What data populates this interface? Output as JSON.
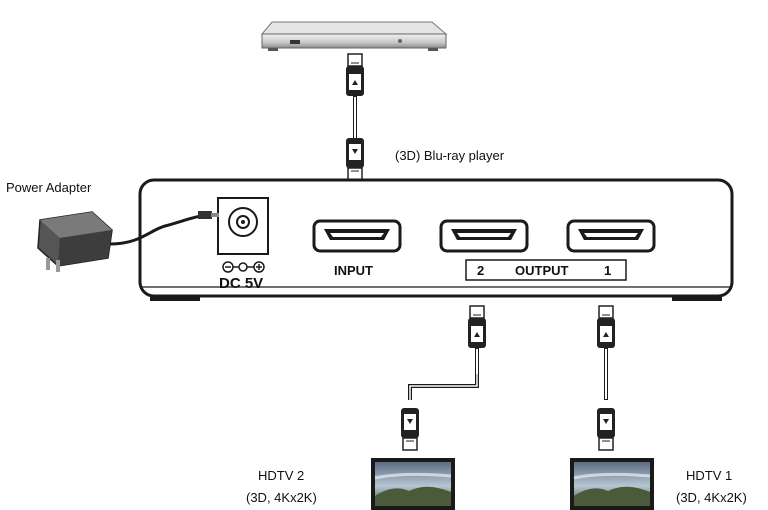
{
  "labels": {
    "source_device": "(3D) Blu-ray player",
    "power": "Power Adapter",
    "input_port": "INPUT",
    "output_2": "2",
    "output_title": "OUTPUT",
    "output_1": "1",
    "dc_label": "DC 5V",
    "hdtv2_name": "HDTV 2",
    "hdtv2_spec": "(3D,  4Kx2K)",
    "hdtv1_name": "HDTV 1",
    "hdtv1_spec": "(3D,  4Kx2K)"
  },
  "colors": {
    "device_outline": "#1a1a1a",
    "cable": "#1a1a1a",
    "screen_sky": "#8fa9bd",
    "player_body": "#d6d6d6"
  }
}
